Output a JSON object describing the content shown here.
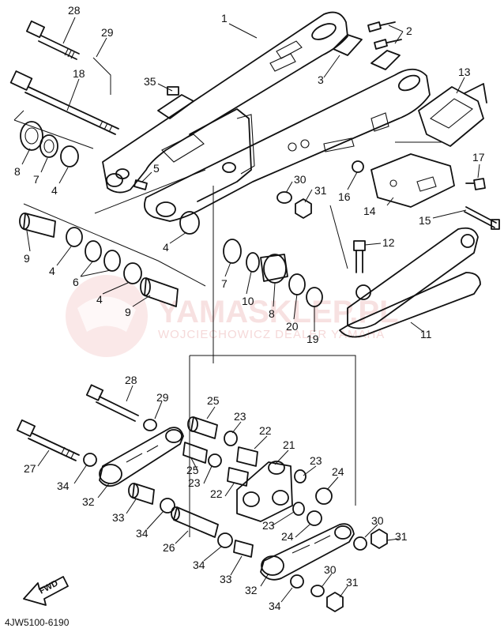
{
  "diagram_code": "4JW5100-6190",
  "watermark": {
    "main": "YAMASKLEP.PL",
    "sub": "WOJCIECHOWICZ DEALER YAMAHA"
  },
  "fwd_label": "FWD",
  "callouts": [
    {
      "id": "c28a",
      "label": "28"
    },
    {
      "id": "c29a",
      "label": "29"
    },
    {
      "id": "c18",
      "label": "18"
    },
    {
      "id": "c35",
      "label": "35"
    },
    {
      "id": "c1",
      "label": "1"
    },
    {
      "id": "c2",
      "label": "2"
    },
    {
      "id": "c3",
      "label": "3"
    },
    {
      "id": "c13",
      "label": "13"
    },
    {
      "id": "c8a",
      "label": "8"
    },
    {
      "id": "c7a",
      "label": "7"
    },
    {
      "id": "c4a",
      "label": "4"
    },
    {
      "id": "c5",
      "label": "5"
    },
    {
      "id": "c30a",
      "label": "30"
    },
    {
      "id": "c31a",
      "label": "31"
    },
    {
      "id": "c16",
      "label": "16"
    },
    {
      "id": "c14",
      "label": "14"
    },
    {
      "id": "c17",
      "label": "17"
    },
    {
      "id": "c15",
      "label": "15"
    },
    {
      "id": "c9a",
      "label": "9"
    },
    {
      "id": "c4b",
      "label": "4"
    },
    {
      "id": "c6",
      "label": "6"
    },
    {
      "id": "c4c",
      "label": "4"
    },
    {
      "id": "c9b",
      "label": "9"
    },
    {
      "id": "c4d",
      "label": "4"
    },
    {
      "id": "c7b",
      "label": "7"
    },
    {
      "id": "c10",
      "label": "10"
    },
    {
      "id": "c8b",
      "label": "8"
    },
    {
      "id": "c20",
      "label": "20"
    },
    {
      "id": "c19",
      "label": "19"
    },
    {
      "id": "c12",
      "label": "12"
    },
    {
      "id": "c11",
      "label": "11"
    },
    {
      "id": "c28b",
      "label": "28"
    },
    {
      "id": "c29b",
      "label": "29"
    },
    {
      "id": "c27",
      "label": "27"
    },
    {
      "id": "c34a",
      "label": "34"
    },
    {
      "id": "c32a",
      "label": "32"
    },
    {
      "id": "c33a",
      "label": "33"
    },
    {
      "id": "c34b",
      "label": "34"
    },
    {
      "id": "c26",
      "label": "26"
    },
    {
      "id": "c34c",
      "label": "34"
    },
    {
      "id": "c33b",
      "label": "33"
    },
    {
      "id": "c32b",
      "label": "32"
    },
    {
      "id": "c34d",
      "label": "34"
    },
    {
      "id": "c25a",
      "label": "25"
    },
    {
      "id": "c23a",
      "label": "23"
    },
    {
      "id": "c22a",
      "label": "22"
    },
    {
      "id": "c21",
      "label": "21"
    },
    {
      "id": "c25b",
      "label": "25"
    },
    {
      "id": "c23b",
      "label": "23"
    },
    {
      "id": "c22b",
      "label": "22"
    },
    {
      "id": "c23c",
      "label": "23"
    },
    {
      "id": "c24a",
      "label": "24"
    },
    {
      "id": "c23d",
      "label": "23"
    },
    {
      "id": "c24b",
      "label": "24"
    },
    {
      "id": "c30b",
      "label": "30"
    },
    {
      "id": "c31b",
      "label": "31"
    },
    {
      "id": "c30c",
      "label": "30"
    },
    {
      "id": "c31c",
      "label": "31"
    }
  ]
}
